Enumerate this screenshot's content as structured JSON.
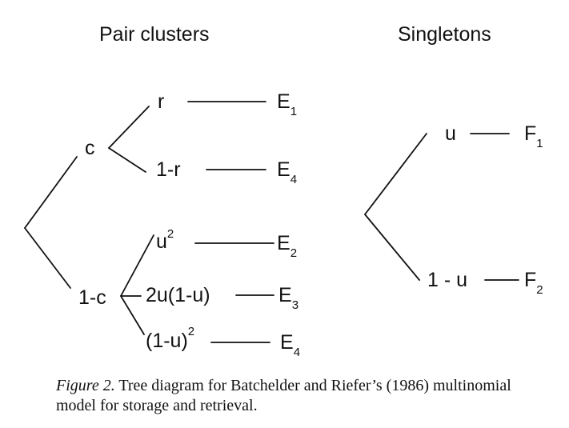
{
  "headers": {
    "pair": "Pair clusters",
    "single": "Singletons"
  },
  "pair_tree": {
    "c": "c",
    "one_minus_c": "1-c",
    "r": "r",
    "one_minus_r": "1-r",
    "u2_base": "u",
    "u2_exp": "2",
    "two_u_one_minus_u": "2u(1-u)",
    "one_minus_u_sq_base": "(1-u)",
    "one_minus_u_sq_exp": "2",
    "outcomes": [
      {
        "letter": "E",
        "index": "1"
      },
      {
        "letter": "E",
        "index": "4"
      },
      {
        "letter": "E",
        "index": "2"
      },
      {
        "letter": "E",
        "index": "3"
      },
      {
        "letter": "E",
        "index": "4"
      }
    ]
  },
  "single_tree": {
    "u": "u",
    "one_minus_u": "1 - u",
    "outcomes": [
      {
        "letter": "F",
        "index": "1"
      },
      {
        "letter": "F",
        "index": "2"
      }
    ]
  },
  "caption": {
    "label": "Figure 2.",
    "text": " Tree diagram for Batchelder and Riefer’s (1986) multinomial model for storage and retrieval."
  }
}
